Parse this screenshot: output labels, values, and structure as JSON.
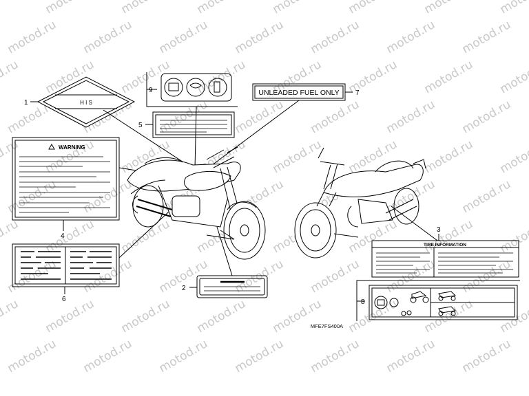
{
  "diagram": {
    "code": "MFE7FS400A",
    "callouts": [
      "1",
      "2",
      "3",
      "4",
      "5",
      "6",
      "7",
      "8",
      "9"
    ],
    "unleaded_label": "UNLEADED FUEL ONLY",
    "warning_label": "WARNING",
    "tire_label": "TIRE INFORMATION",
    "emblem_letters": "H I S",
    "watermark": "motod.ru"
  },
  "colors": {
    "line": "#000000",
    "watermark": "#c8c8c8"
  }
}
